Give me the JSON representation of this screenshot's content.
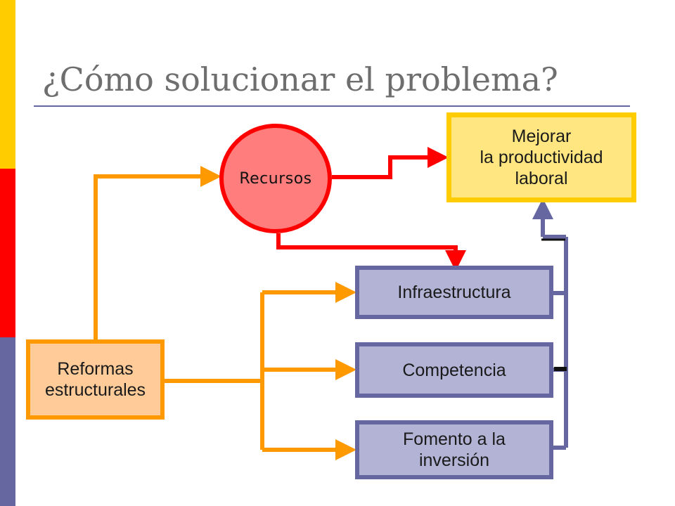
{
  "slide": {
    "title": "¿Cómo solucionar el problema?"
  },
  "diagram": {
    "goal": "Mejorar\nla productividad\nlaboral",
    "resources": "Recursos",
    "reforms": "Reformas\nestructurales",
    "infrastructure": "Infraestructura",
    "competition": "Competencia",
    "investment": "Fomento a la\ninversión"
  },
  "colors": {
    "sidebar": [
      "#FFCC00",
      "#FF0000",
      "#6666A0"
    ],
    "orange_connector": "#FF9900",
    "red_connector": "#FF0000",
    "blue_connector": "#6666A0",
    "goal_fill": "#FFE680",
    "goal_border": "#FFCC00",
    "resources_fill": "#FF7D7D",
    "blue_box_fill": "#B3B3D6",
    "reforms_fill": "#FFCC99"
  }
}
